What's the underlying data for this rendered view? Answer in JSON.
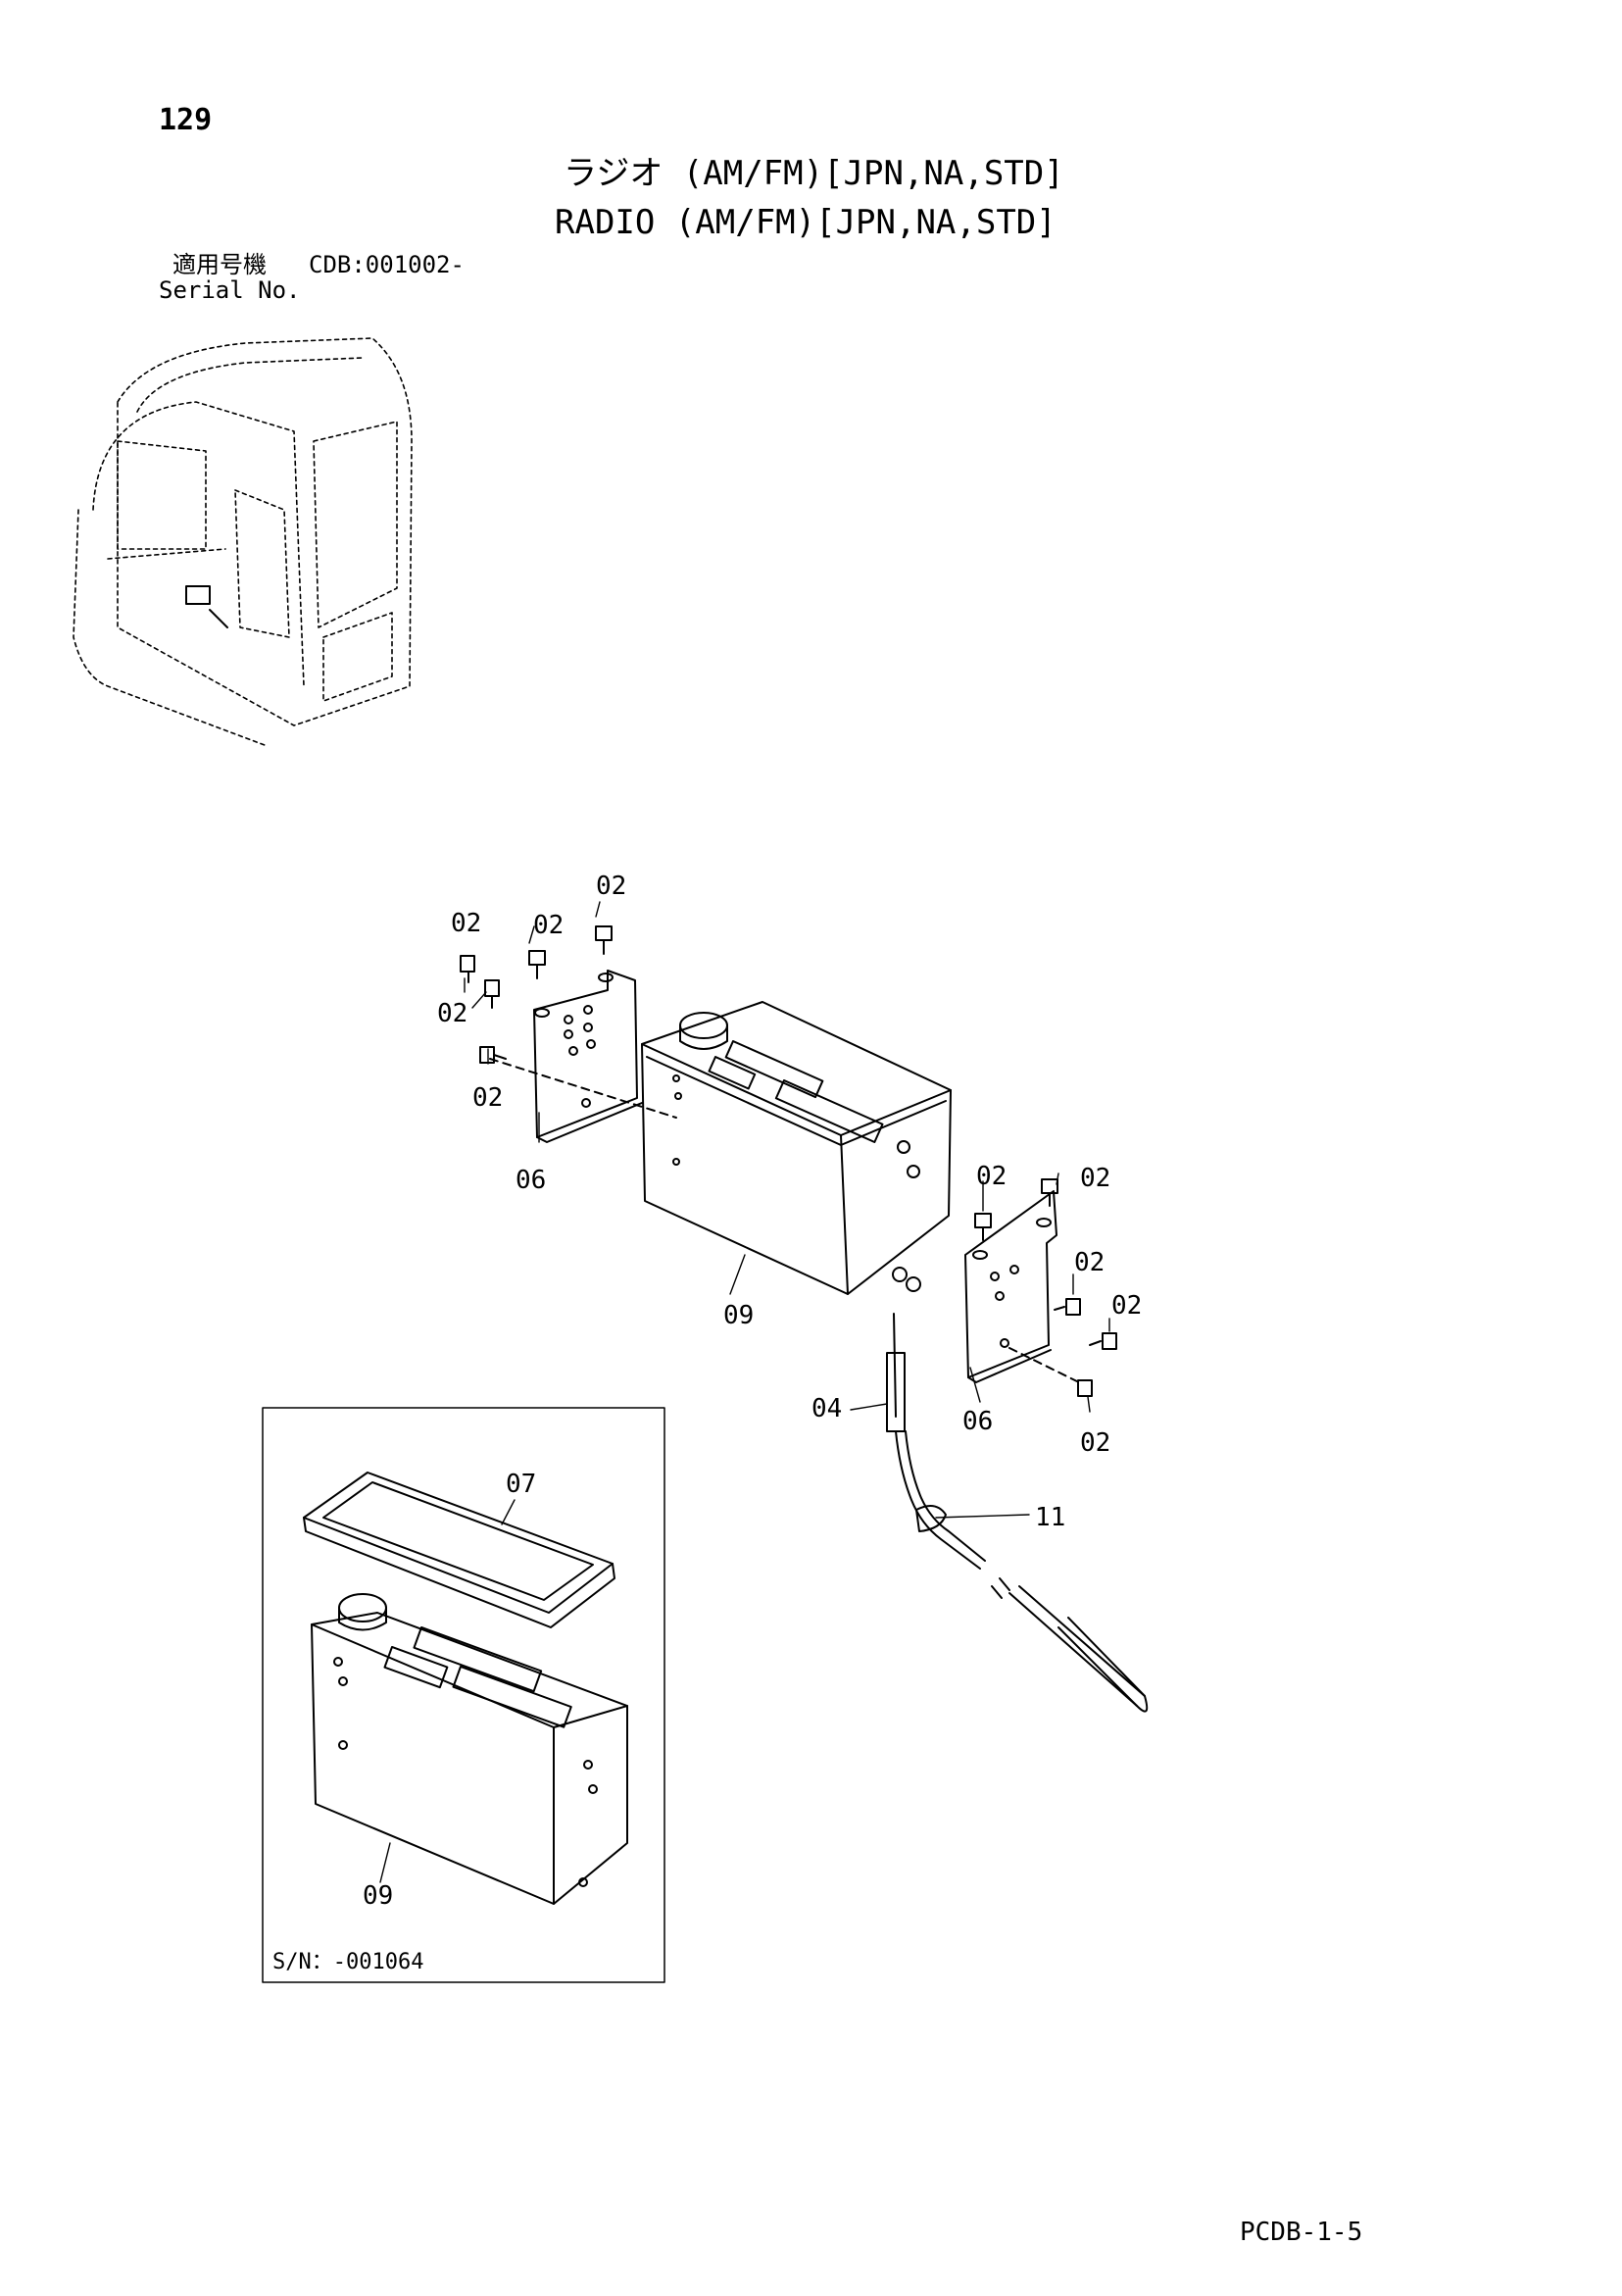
{
  "page": {
    "number": "129",
    "title_jp": "ラジオ (AM/FM)[JPN,NA,STD]",
    "title_en": "RADIO (AM/FM)[JPN,NA,STD]",
    "serial_label_jp": "適用号機",
    "serial_value": "CDB:001002-",
    "serial_label_en": "Serial No.",
    "doc_code": "PCDB-1-5"
  },
  "callouts": {
    "c1": "02",
    "c2": "02",
    "c3": "02",
    "c4": "02",
    "c5": "02",
    "c6": "06",
    "c7": "09",
    "c8": "02",
    "c9": "02",
    "c10": "02",
    "c11": "02",
    "c12": "02",
    "c13": "06",
    "c14": "04",
    "c15": "11"
  },
  "inset": {
    "label_07": "07",
    "label_09": "09",
    "serial_note": "S/N：-001064"
  }
}
